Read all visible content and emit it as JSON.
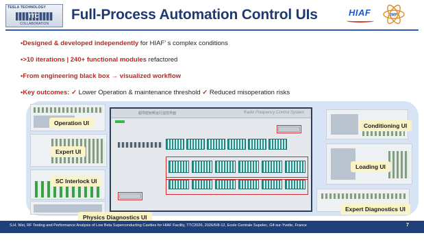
{
  "logo": {
    "line1": "TESLA TECHNOLOGY",
    "line2": "TTC",
    "line3": "COLLABORATION"
  },
  "title": "Full-Process Automation Control UIs",
  "brand": {
    "hiaf": "HIAF",
    "imp": "IMP"
  },
  "bullets": [
    {
      "marker": "•",
      "parts": [
        {
          "text": "Designed & developed independently",
          "style": "red-bold"
        },
        {
          "text": " for HIAF’ s complex conditions",
          "style": "normal"
        }
      ]
    },
    {
      "marker": "•",
      "parts": [
        {
          "text": ">10 iterations | 240+ functional modules",
          "style": "red-bold"
        },
        {
          "text": " refactored",
          "style": "normal"
        }
      ]
    },
    {
      "marker": "•",
      "parts": [
        {
          "text": "From engineering black box → visualized workflow",
          "style": "red-bold"
        }
      ]
    },
    {
      "marker": "•",
      "parts": [
        {
          "text": "Key outcomes:",
          "style": "red-bold"
        },
        {
          "text": " ✓",
          "style": "check"
        },
        {
          "text": " Lower Operation & maintenance threshold",
          "style": "normal"
        },
        {
          "text": "    ✓",
          "style": "check"
        },
        {
          "text": " Reduced misoperation risks",
          "style": "normal"
        }
      ]
    }
  ],
  "labels": {
    "operation": "Operation UI",
    "expert": "Expert UI",
    "sc_interlock": "SC Interlock UI",
    "physics": "Physics Diagnostics UI",
    "conditioning": "Conditioning UI",
    "loading": "Loading UI",
    "expert_diag": "Expert Diagnostics UI"
  },
  "center_ui": {
    "header_left": "超导腔射频运行监控界面",
    "header_right": "Radio Frequency Control System"
  },
  "footer": {
    "citation": "S.H. Wei, RF Testing and Performance Analysis of Low Beta Superconducting Cavities for HIAF Facility, TTC2026, 2026/6/8-12, Ecole Centrale Supelec, Gif-sur-Yvette, France",
    "page": "7"
  },
  "colors": {
    "title": "#1f3a6e",
    "accent_red": "#c0261d",
    "footer_bg": "#1f3f78",
    "panel_bg": "#d6e4f5"
  }
}
